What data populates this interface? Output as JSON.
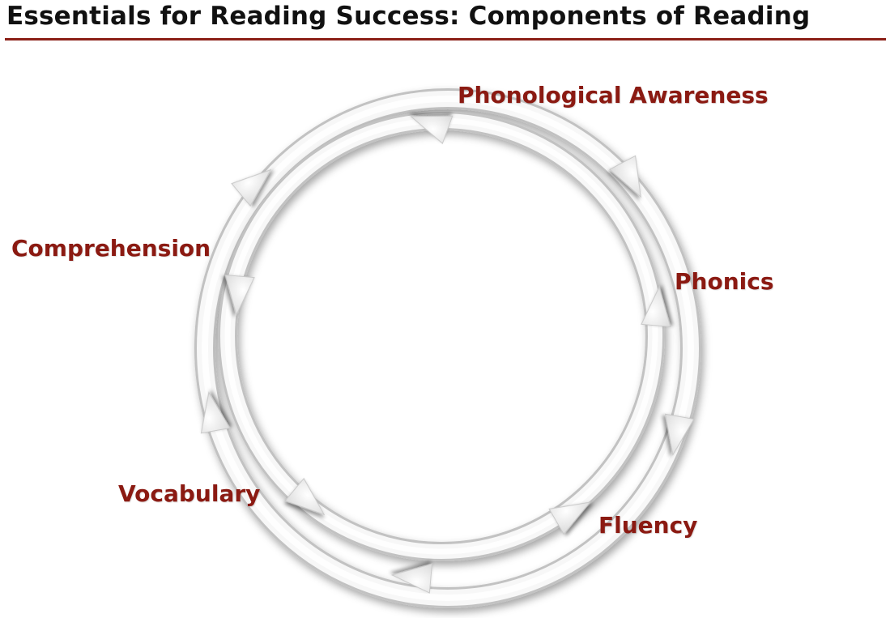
{
  "title": "Essentials for Reading Success: Components of Reading",
  "colors": {
    "title_text": "#111111",
    "rule": "#8b1f17",
    "label_text": "#8b1a12",
    "ring_light": "#f6f6f6",
    "ring_shadow": "#bdbdbd"
  },
  "diagram": {
    "type": "cycle",
    "direction": "clockwise",
    "components": [
      "Phonological Awareness",
      "Phonics",
      "Fluency",
      "Vocabulary",
      "Comprehension"
    ]
  }
}
